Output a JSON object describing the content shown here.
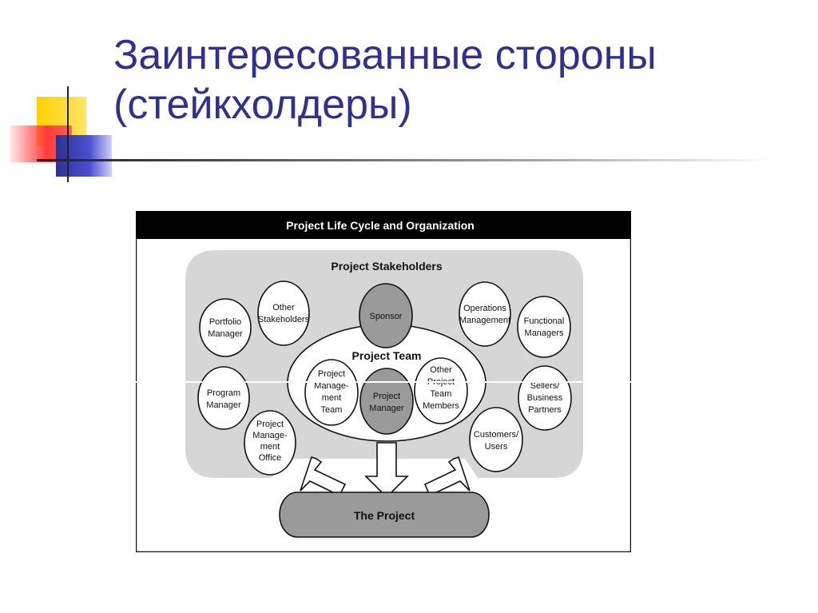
{
  "slide": {
    "title_line1": "Заинтересованные стороны",
    "title_line2": "(стейкхолдеры)"
  },
  "diagram": {
    "header": "Project Life Cycle and Organization",
    "stakeholders_label": "Project Stakeholders",
    "team_label": "Project Team",
    "project_label": "The Project",
    "colors": {
      "header_bg": "#000000",
      "panel": "#d6d6d6",
      "dark_node": "#9a9a9a",
      "title": "#2e3192"
    },
    "nodes": {
      "portfolio_manager": [
        "Portfolio",
        "Manager"
      ],
      "other_stakeholders": [
        "Other",
        "Stakeholders"
      ],
      "sponsor": [
        "Sponsor"
      ],
      "operations_management": [
        "Operations",
        "Management"
      ],
      "functional_managers": [
        "Functional",
        "Managers"
      ],
      "program_manager": [
        "Program",
        "Manager"
      ],
      "pm_team": [
        "Project",
        "Manage-",
        "ment",
        "Team"
      ],
      "project_manager": [
        "Project",
        "Manager"
      ],
      "other_team_members": [
        "Other",
        "Project",
        "Team",
        "Members"
      ],
      "sellers": [
        "Sellers/",
        "Business",
        "Partners"
      ],
      "pmo": [
        "Project",
        "Manage-",
        "ment",
        "Office"
      ],
      "customers": [
        "Customers/",
        "Users"
      ]
    }
  }
}
